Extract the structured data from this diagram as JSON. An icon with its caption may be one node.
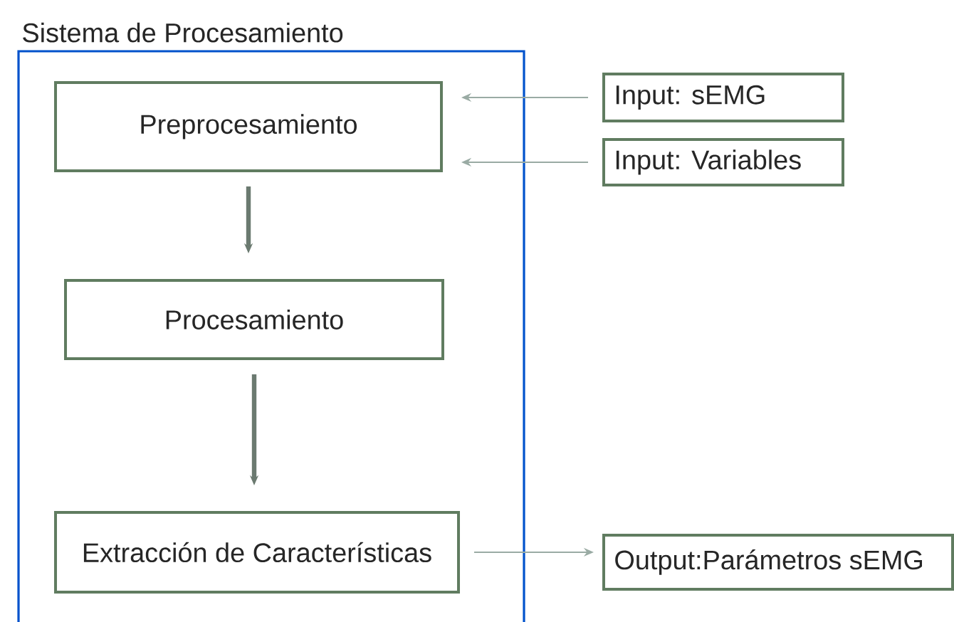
{
  "diagram": {
    "nodes": [
      {
        "text": [
          "Sistema de Procesamiento"
        ]
      },
      {
        "text": [
          "Preprocesamiento"
        ],
        "in": 0
      },
      {
        "text": [
          "Procesamiento"
        ],
        "in": 0
      },
      {
        "text": [
          "Extracción de Características"
        ],
        "in": 0
      },
      {
        "text": [
          "Input: sEMG"
        ]
      },
      {
        "text": [
          "Input: Variables"
        ]
      },
      {
        "text": [
          "Output:Parámetros sEMG"
        ]
      }
    ],
    "edges": [
      {
        "from": 4,
        "to": 1,
        "arrow": "to"
      },
      {
        "from": 5,
        "to": 1,
        "arrow": "to"
      },
      {
        "from": 1,
        "to": 2,
        "arrow": "to",
        "style": "thick",
        "color": "#6b7a70"
      },
      {
        "from": 2,
        "to": 3,
        "arrow": "to",
        "style": "thick",
        "color": "#6b7a70"
      },
      {
        "from": 3,
        "to": 6,
        "arrow": "to"
      }
    ]
  }
}
